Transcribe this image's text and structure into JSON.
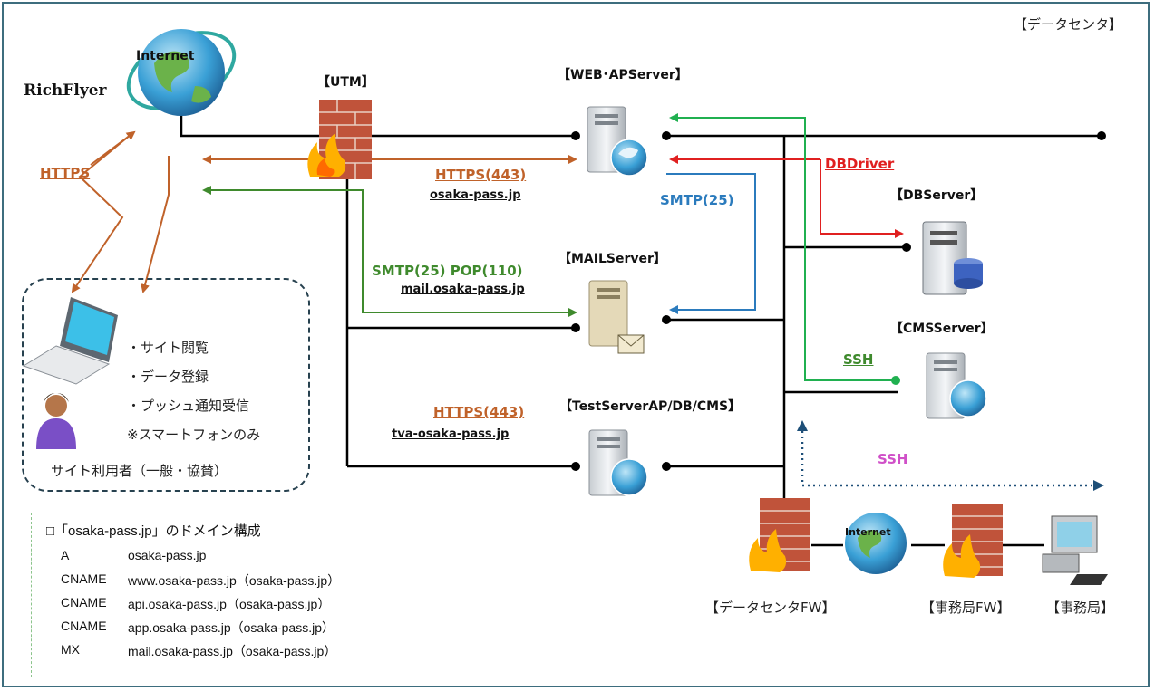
{
  "region": {
    "label": "【データセンタ】"
  },
  "org": {
    "name": "RichFlyer"
  },
  "internet": {
    "main_label": "Internet",
    "small_label": "Internet"
  },
  "utm": {
    "label": "【UTM】"
  },
  "servers": {
    "web": "【WEB･APServer】",
    "db": "【DBServer】",
    "mail": "【MAILServer】",
    "cms": "【CMSServer】",
    "test": "【TestServerAP/DB/CMS】"
  },
  "links": {
    "https_client": "HTTPS",
    "https_443": "HTTPS(443)",
    "https_443_test": "HTTPS(443)",
    "smtp_pop": "SMTP(25) POP(110)",
    "smtp_25": "SMTP(25)",
    "dbdriver": "DBDriver",
    "ssh_cms": "SSH",
    "ssh_office": "SSH"
  },
  "domains": {
    "web": "osaka-pass.jp",
    "mail": "mail.osaka-pass.jp",
    "test": "tva-osaka-pass.jp"
  },
  "user": {
    "items": [
      "・サイト閲覧",
      "・データ登録",
      "・プッシュ通知受信"
    ],
    "note": "※スマートフォンのみ",
    "caption": "サイト利用者（一般・協賛）"
  },
  "dns": {
    "title": "□「osaka-pass.jp」のドメイン構成",
    "records": [
      {
        "type": "A",
        "value": "osaka-pass.jp"
      },
      {
        "type": "CNAME",
        "value": "www.osaka-pass.jp（osaka-pass.jp）"
      },
      {
        "type": "CNAME",
        "value": "api.osaka-pass.jp（osaka-pass.jp）"
      },
      {
        "type": "CNAME",
        "value": "app.osaka-pass.jp（osaka-pass.jp）"
      },
      {
        "type": "MX",
        "value": "mail.osaka-pass.jp（osaka-pass.jp）"
      }
    ]
  },
  "office": {
    "dc_fw": "【データセンタFW】",
    "office_fw": "【事務局FW】",
    "office": "【事務局】"
  },
  "colors": {
    "https": "#c0622a",
    "mail": "#3f8a2d",
    "smtp": "#2b7bbd",
    "db": "#e02020",
    "ssh_green": "#20b050",
    "ssh_office": "#1e4f78",
    "ssh_label": "#d050c8",
    "line": "#000000",
    "border": "#3d6d7e"
  }
}
